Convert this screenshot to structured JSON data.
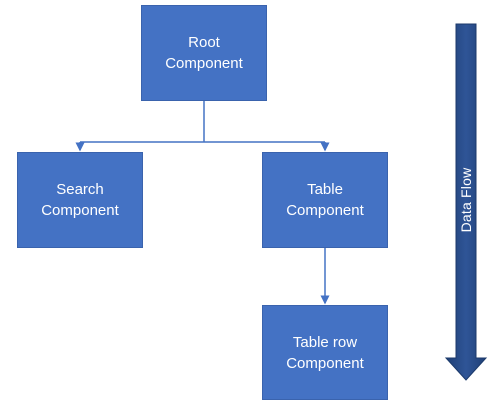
{
  "nodes": {
    "root": {
      "line1": "Root",
      "line2": "Component"
    },
    "search": {
      "line1": "Search",
      "line2": "Component"
    },
    "table": {
      "line1": "Table",
      "line2": "Component"
    },
    "row": {
      "line1": "Table row",
      "line2": "Component"
    }
  },
  "flow_arrow": {
    "label": "Data Flow",
    "color": "#2f5597"
  },
  "colors": {
    "node_fill": "#4472c4",
    "connector": "#4472c4",
    "text": "#ffffff"
  }
}
